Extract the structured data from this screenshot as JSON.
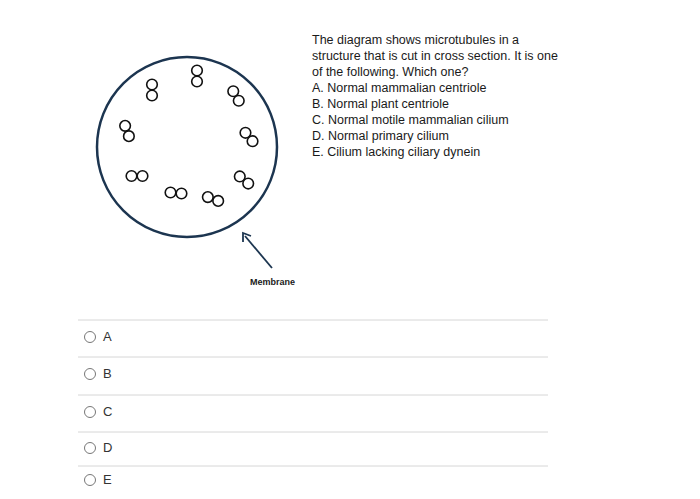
{
  "diagram": {
    "labels": [
      "The diagram shows microtubules in a structure that is cut in cross section. It is one of the following. Which one?",
      "A. Normal mammalian centriole",
      "B. Normal plant centriole",
      "C. Normal motile mammalian cilium",
      "D. Normal primary cilium",
      "E. Cilium lacking ciliary dynein",
      "Membrane",
      "A",
      "B",
      "C",
      "D",
      "E"
    ]
  }
}
